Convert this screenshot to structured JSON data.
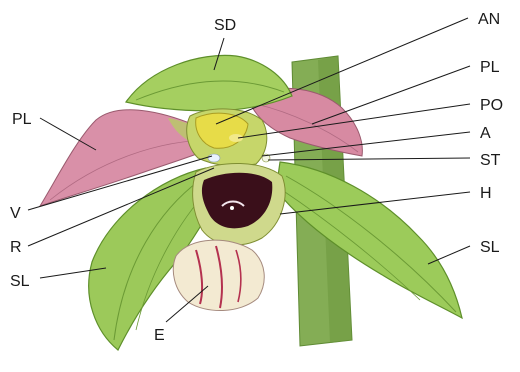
{
  "figure": {
    "subject": "orchid flower illustration",
    "labels": {
      "sd": "SD",
      "an": "AN",
      "pl_right": "PL",
      "pl_left": "PL",
      "po": "PO",
      "a": "A",
      "st": "ST",
      "h": "H",
      "sl_right": "SL",
      "sl_left": "SL",
      "v": "V",
      "r": "R",
      "e": "E"
    },
    "colors": {
      "sepal_green": "#8fbf4a",
      "sepal_dark": "#5e8f2a",
      "petal_pink": "#d98aa0",
      "lip_cream": "#f3ead2",
      "hypochile_dark": "#3a0f1a",
      "anther_yellow": "#e6d94a",
      "stem_green": "#7aa64a"
    }
  }
}
